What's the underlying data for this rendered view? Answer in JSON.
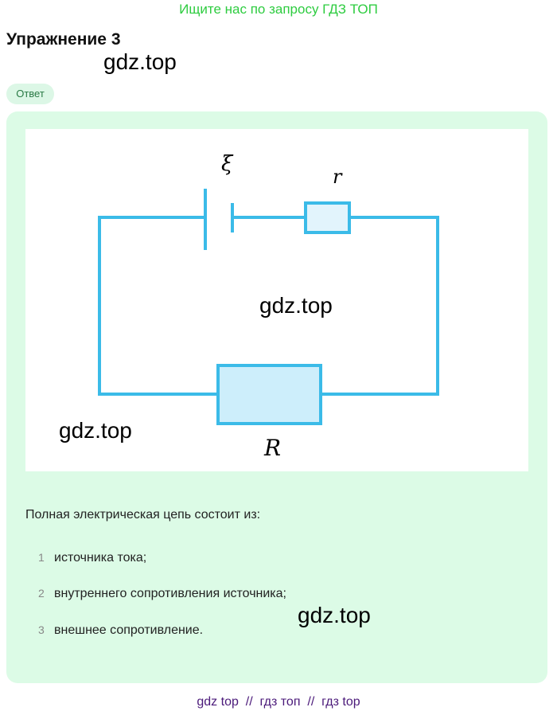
{
  "banner": "Ищите нас по запросу ГДЗ ТОП",
  "title": "Упражнение 3",
  "watermark": "gdz.top",
  "badge": "Ответ",
  "diagram": {
    "emf": "ξ",
    "r": "r",
    "R": "R"
  },
  "intro": "Полная электрическая цепь состоит из:",
  "items": [
    {
      "n": "1",
      "text": "источника тока;"
    },
    {
      "n": "2",
      "text": "внутреннего сопротивления источника;"
    },
    {
      "n": "3",
      "text": "внешнее сопротивление."
    }
  ],
  "footer": "gdz top  //  гдз топ  //  гдз top"
}
